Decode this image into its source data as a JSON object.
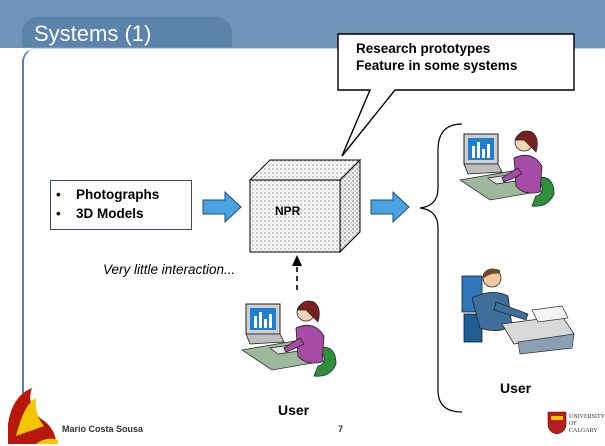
{
  "slide": {
    "title": "Systems (1)",
    "callout": {
      "line1": "Research prototypes",
      "line2": "Feature in some systems"
    },
    "inputs": [
      "Photographs",
      "3D Models"
    ],
    "process_box_label": "NPR",
    "interaction_note": "Very little interaction...",
    "bottom_user_label": "User",
    "right_user_label": "User",
    "footer": {
      "author": "Mario Costa Sousa",
      "page_number": "7",
      "university_line1": "UNIVERSITY OF",
      "university_line2": "CALGARY"
    }
  },
  "colors": {
    "header": "#6f93b9",
    "title_tab": "#5b83ab",
    "arrow_fill": "#4aa3df",
    "arrow_stroke": "#1f4e79",
    "person_shirt": "#a64ca6",
    "person_hair": "#7a1f1f",
    "monitor": "#1e7fd0"
  }
}
